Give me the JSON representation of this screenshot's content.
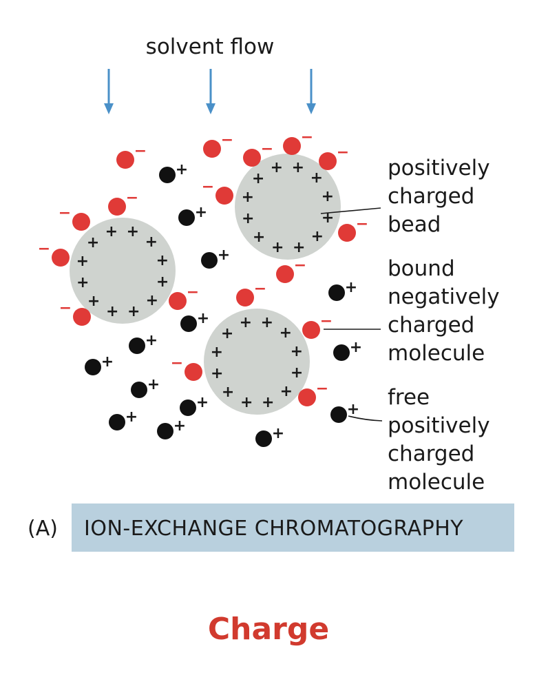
{
  "diagram": {
    "top_label": "solvent flow",
    "labels": {
      "bead": [
        "positively",
        "charged",
        "bead"
      ],
      "bound": [
        "bound",
        "negatively",
        "charged",
        "molecule"
      ],
      "free": [
        "free",
        "positively",
        "charged",
        "molecule"
      ]
    },
    "panel_letter": "(A)",
    "banner_title": "ION-EXCHANGE CHROMATOGRAPHY",
    "caption": "Charge",
    "signs": {
      "positive": "+",
      "negative": "−"
    },
    "colors": {
      "arrow": "#4a90c8",
      "bead_fill": "#cfd3cf",
      "negative_molecule": "#e03a37",
      "positive_molecule": "#111111",
      "banner": "#b9d0de",
      "caption": "#d13a2e"
    }
  }
}
